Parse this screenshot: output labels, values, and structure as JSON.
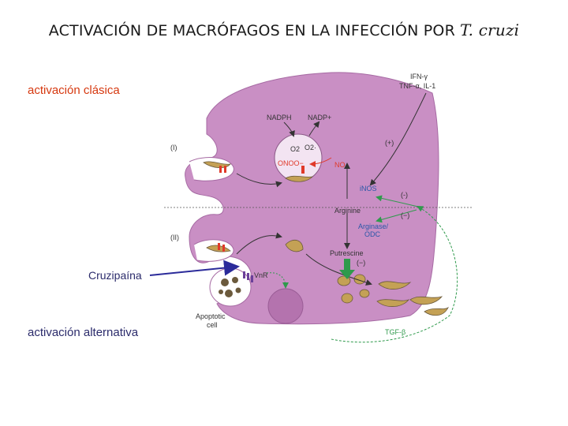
{
  "title": {
    "main": "ACTIVACIÓN DE MACRÓFAGOS EN LA INFECCIÓN POR",
    "species": "T. cruzi"
  },
  "labels": {
    "clasica": "activación clásica",
    "cruzipaina": "Cruzipaína",
    "alternativa": "activación alternativa"
  },
  "diagram": {
    "cytokines": [
      "IFN-γ",
      "TNF-α, IL-1"
    ],
    "nadph": "NADPH",
    "nadp": "NADP+",
    "o2": "O2",
    "o2_radical": "O2·",
    "onoo": "ONOO−",
    "no": "NO",
    "inos": "iNOS",
    "arginine": "Arginine",
    "arginase": "Arginase/",
    "odc": "ODC",
    "putrescine": "Putrescine",
    "vnr": "VnR",
    "apoptotic": [
      "Apoptotic",
      "cell"
    ],
    "tgf": "TGF-β",
    "pathway_i": "(I)",
    "pathway_ii": "(II)",
    "sign_plus": "(+)",
    "sign_minus_1": "(-)",
    "sign_minus_2": "(−)",
    "sign_minus_3": "(−)"
  },
  "colors": {
    "cell": "#c98fc4",
    "cell_edge": "#a66aa3",
    "red_arrow": "#e03a2a",
    "green_arrow": "#2f9a4c",
    "blue_text": "#2a57a8",
    "navy_label": "#2b2b6b",
    "orange_label": "#d6380f"
  }
}
